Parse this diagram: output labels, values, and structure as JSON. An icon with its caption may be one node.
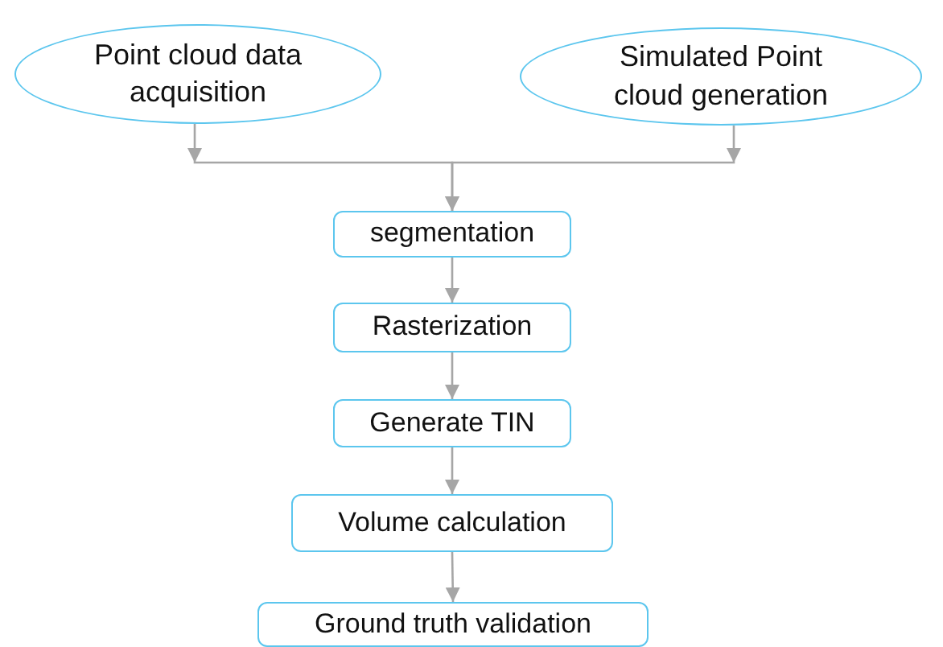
{
  "diagram": {
    "nodes": [
      {
        "text": [
          "Point cloud data acquisition"
        ]
      },
      {
        "text": [
          "Simulated Point cloud generation"
        ]
      },
      {
        "text": [
          "segmentation"
        ]
      },
      {
        "text": [
          "Rasterization"
        ]
      },
      {
        "text": [
          "Generate TIN"
        ]
      },
      {
        "text": [
          "Volume calculation"
        ]
      },
      {
        "text": [
          "Ground truth validation"
        ]
      }
    ],
    "edges": [
      {
        "from": 0,
        "to": 2,
        "arrow": "to"
      },
      {
        "from": 1,
        "to": 2,
        "arrow": "to"
      },
      {
        "from": 2,
        "to": 3,
        "arrow": "to"
      },
      {
        "from": 3,
        "to": 4,
        "arrow": "to"
      },
      {
        "from": 4,
        "to": 5,
        "arrow": "to"
      },
      {
        "from": 5,
        "to": 6,
        "arrow": "to"
      }
    ]
  }
}
